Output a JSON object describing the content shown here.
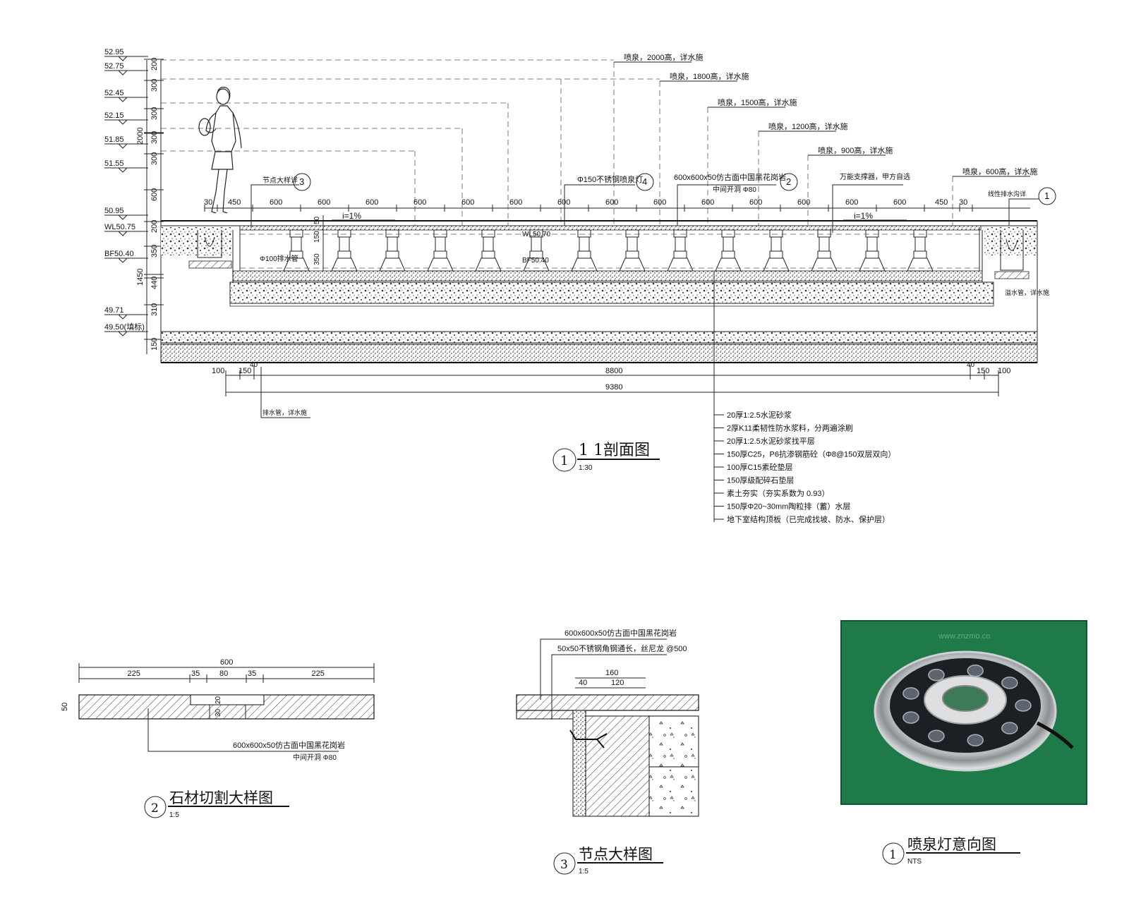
{
  "section": {
    "elevations": [
      "52.95",
      "52.75",
      "52.45",
      "52.15",
      "51.85",
      "51.55",
      "50.95",
      "WL50.75",
      "BF50.40",
      "49.71",
      "49.50(填标)"
    ],
    "left_dims": [
      "200",
      "300",
      "300",
      "300",
      "300",
      "2000",
      "600",
      "200",
      "350",
      "1450",
      "440",
      "310",
      "150"
    ],
    "inner_dims": [
      "50",
      "150",
      "350"
    ],
    "jets": [
      {
        "label": "喷泉，2000高，详水施"
      },
      {
        "label": "喷泉，1800高，详水施"
      },
      {
        "label": "喷泉，1500高，详水施"
      },
      {
        "label": "喷泉，1200高，详水施"
      },
      {
        "label": "喷泉，900高，详水施"
      },
      {
        "label": "喷泉，600高，详水施"
      }
    ],
    "callouts": {
      "node_detail": "节点大样详",
      "light": "Φ150不锈钢喷泉灯",
      "stone": "600x600x50仿古面中国黑花岗岩",
      "stone_hole": "中间开洞 Φ80",
      "support": "万能支撑器，甲方自选",
      "drain_trench": "线性排水沟详",
      "drain_pipe": "Φ100排水管",
      "wl_inner": "WL50.70",
      "bf_inner": "BF50.40",
      "overflow": "溢水管，详水施",
      "outlet": "排水管，详水施",
      "i_left": "i=1%",
      "i_right": "i=1%",
      "tag3": "3",
      "tag4": "4",
      "tag2": "2",
      "tag1": "1"
    },
    "top_dims": [
      "30",
      "450",
      "600",
      "600",
      "600",
      "600",
      "600",
      "600",
      "600",
      "600",
      "600",
      "600",
      "600",
      "600",
      "600",
      "600",
      "450",
      "30"
    ],
    "bottom_dims": {
      "left": [
        "100",
        "150",
        "40"
      ],
      "mid": "8800",
      "right": [
        "40",
        "150",
        "100"
      ],
      "total": "9380"
    },
    "layers": [
      "20厚1:2.5水泥砂浆",
      "2厚K11柔韧性防水浆料，分两遍涂刷",
      "20厚1:2.5水泥砂浆找平层",
      "150厚C25，P6抗渗钢筋砼（Φ8@150双层双向）",
      "100厚C15素砼垫层",
      "150厚级配碎石垫层",
      "素土夯实（夯实系数为 0.93）",
      "150厚Φ20~30mm陶粒排（蓄）水层",
      "地下室结构顶板（已完成找坡、防水、保护层）"
    ],
    "title_num": "1",
    "title": "1 1剖面图",
    "scale": "1:30"
  },
  "stone_detail": {
    "total": "600",
    "parts": [
      "225",
      "35",
      "80",
      "35",
      "225"
    ],
    "height": "50",
    "sub": [
      "20",
      "30"
    ],
    "note1": "600x600x50仿古面中国黑花岗岩",
    "note2": "中间开洞 Φ80",
    "title_num": "2",
    "title": "石材切割大样图",
    "scale": "1:5"
  },
  "node_detail": {
    "note1": "600x600x50仿古面中国黑花岗岩",
    "note2": "50x50不锈钢角钢通长，丝尼龙 @500",
    "dim_total": "160",
    "dims": [
      "40",
      "120"
    ],
    "title_num": "3",
    "title": "节点大样图",
    "scale": "1:5"
  },
  "light_image": {
    "watermark": "www.znzmo.cn",
    "title_num": "1",
    "title": "喷泉灯意向图",
    "scale": "NTS"
  }
}
